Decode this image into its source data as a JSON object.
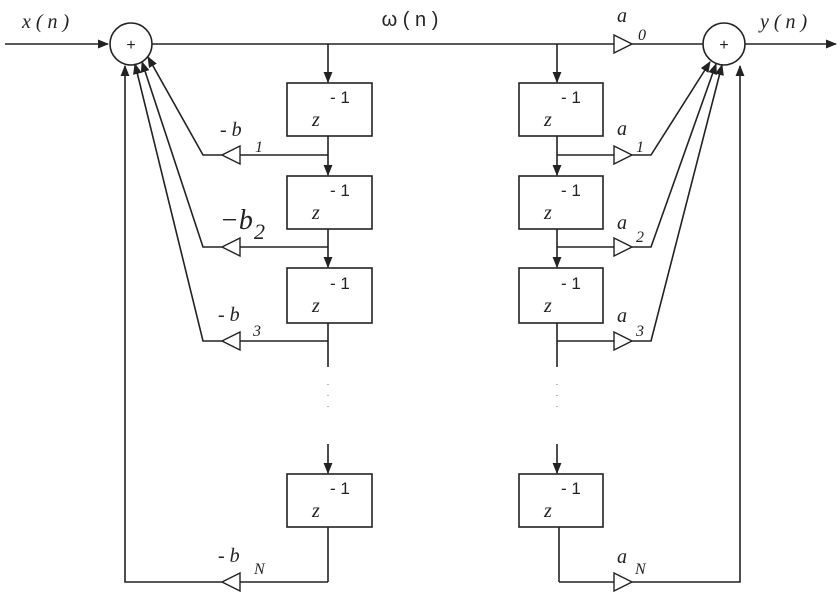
{
  "diagram": {
    "type": "IIR filter direct form II block diagram",
    "input_label": "x ( n )",
    "output_label": "y ( n )",
    "state_label": "ω ( n )",
    "adder_symbol": "+",
    "delay": {
      "base": "z",
      "exponent": "- 1"
    },
    "left_chain": {
      "name": "feedback",
      "gains": [
        {
          "coef": "- b",
          "sub": "1"
        },
        {
          "coef": "−b",
          "sub": "2"
        },
        {
          "coef": "- b",
          "sub": "3"
        },
        {
          "coef": "- b",
          "sub": "N"
        }
      ]
    },
    "right_chain": {
      "name": "feedforward",
      "gains": [
        {
          "coef": "a",
          "sub": "0"
        },
        {
          "coef": "a",
          "sub": "1"
        },
        {
          "coef": "a",
          "sub": "2"
        },
        {
          "coef": "a",
          "sub": "3"
        },
        {
          "coef": "a",
          "sub": "N"
        }
      ]
    },
    "ellipsis": "⋮"
  }
}
